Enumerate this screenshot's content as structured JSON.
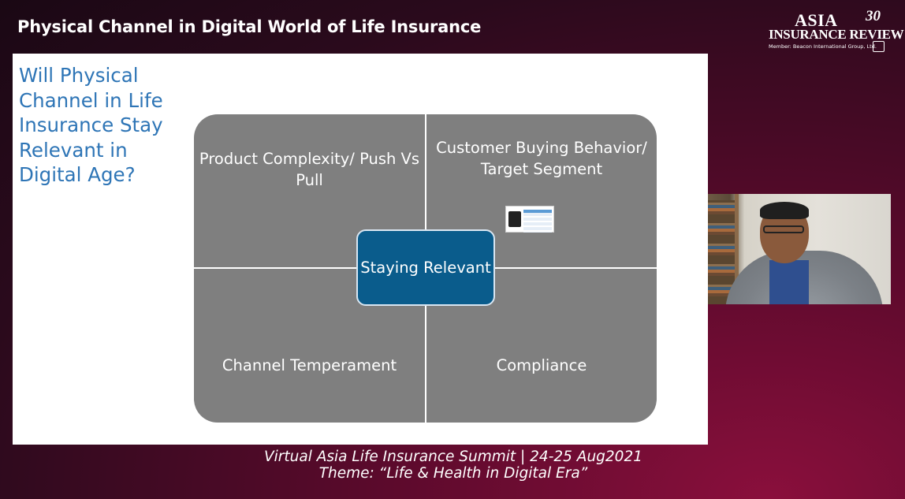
{
  "header": {
    "title": "Physical Channel in Digital World of Life Insurance"
  },
  "brand": {
    "line1": "ASIA",
    "anniversary": "30",
    "line2": "INSURANCE REVIEW",
    "member": "Member: Beacon International Group, Ltd."
  },
  "slide": {
    "question": "Will Physical Channel in Life Insurance Stay Relevant in Digital Age?",
    "quadrants": {
      "top_left": "Product Complexity/ Push Vs Pull",
      "top_right": "Customer Buying Behavior/ Target Segment",
      "bottom_left": "Channel Temperament",
      "bottom_right": "Compliance"
    },
    "center": "Staying Relevant"
  },
  "footer": {
    "line1": "Virtual Asia Life Insurance Summit |  24-25 Aug2021",
    "line2": "Theme: “Life & Health in Digital Era”"
  },
  "colors": {
    "slide_question": "#2e75b6",
    "quadrant_fill": "#7f7f7f",
    "center_fill": "#0a5c8c"
  }
}
